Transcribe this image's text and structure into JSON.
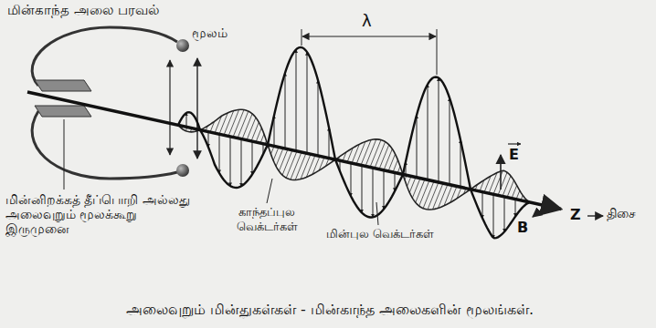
{
  "diagram": {
    "title": "மின்காந்த அலை பரவல்",
    "caption": "அலைவுறும் மின்துகள்கள் - மின்காந்த அலைகளின் மூலங்கள்.",
    "labels": [
      "மூலம்",
      "λ",
      "E",
      "B",
      "Z",
      "திசை",
      "மின்னிறக்கத் தீப்பொறி அல்லது அலைவுறும் மூலக்கூறு இருமுனை",
      "காந்தப்புல வெக்டர்கள்",
      "மின்புல வெக்டர்கள்"
    ]
  }
}
